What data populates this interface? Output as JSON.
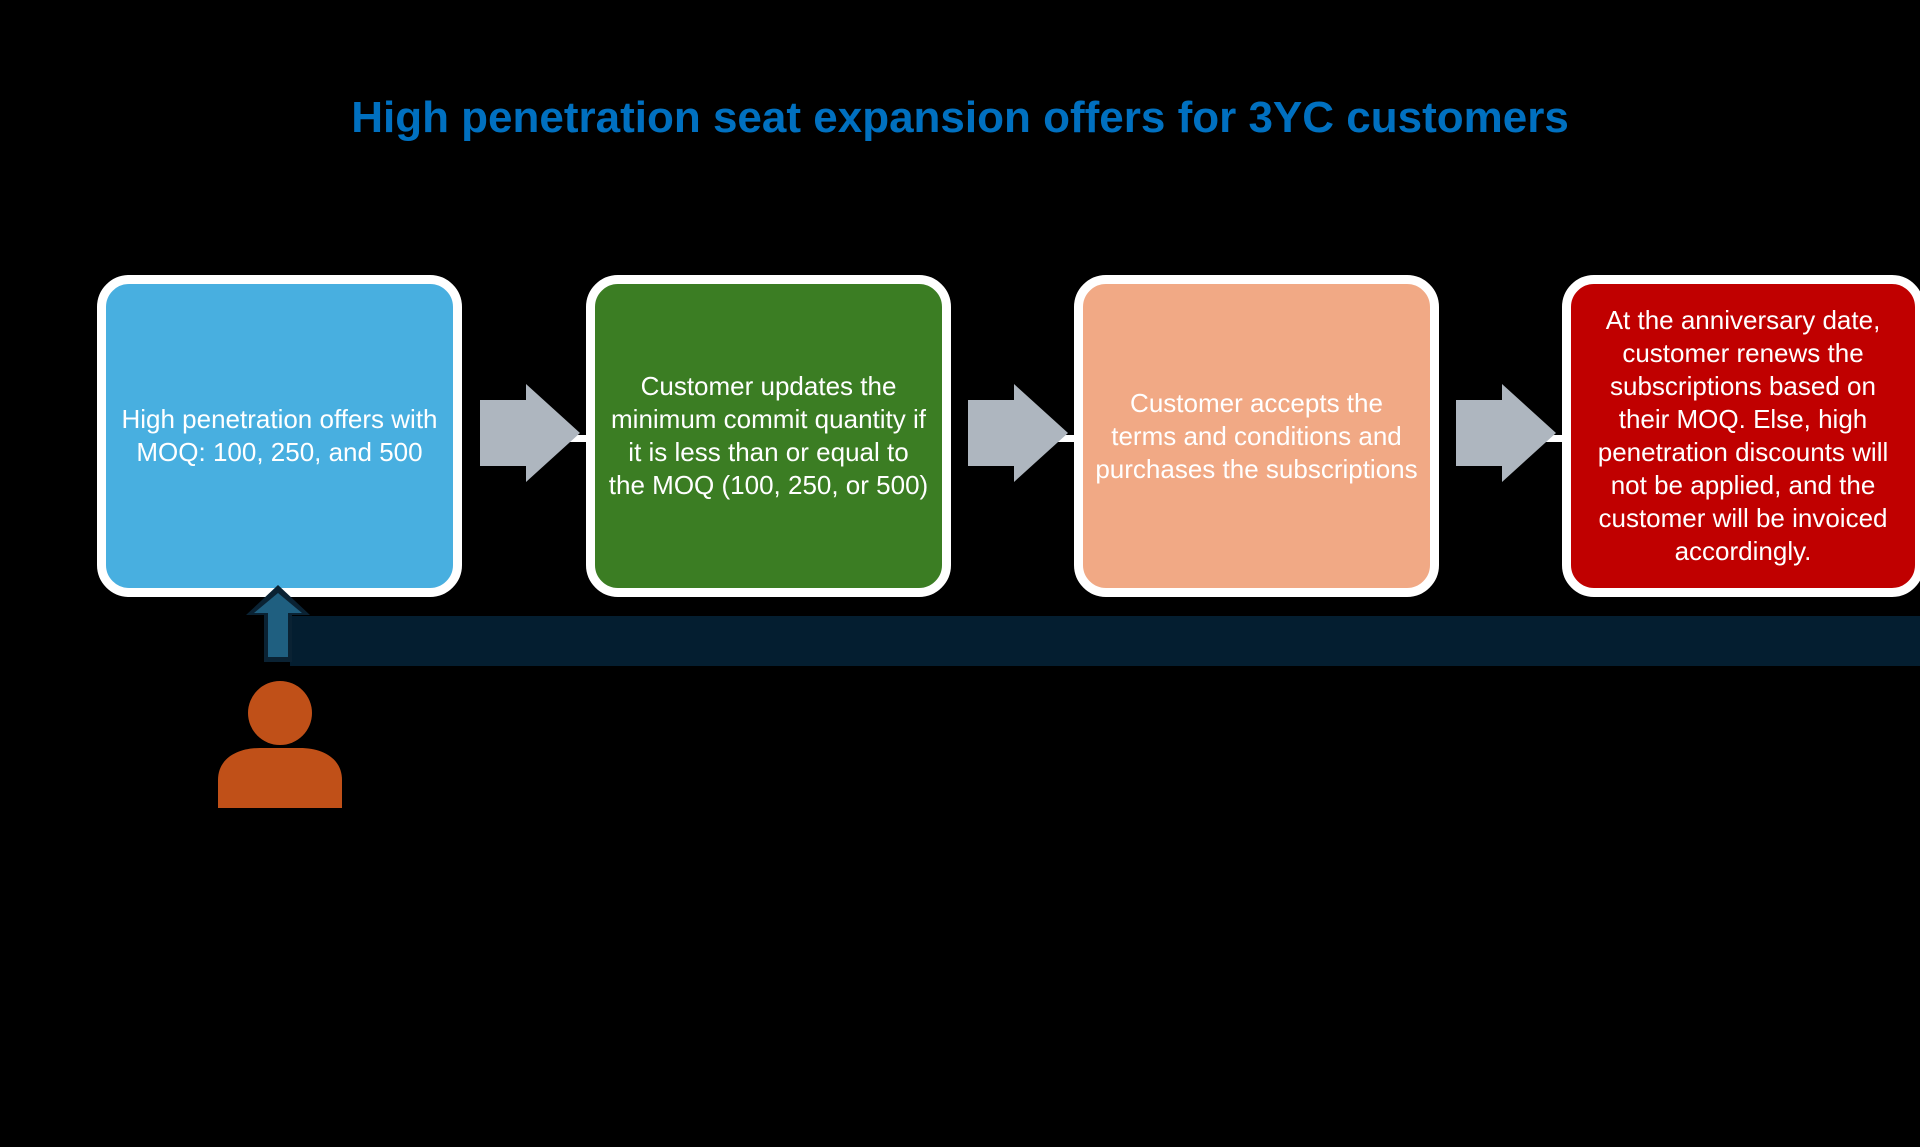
{
  "title": "High penetration seat expansion offers for 3YC customers",
  "colors": {
    "title": "#0070c0",
    "step_1": "#48afe0",
    "step_2": "#3b7d23",
    "step_3": "#f1a985",
    "step_4": "#c00000",
    "arrow": "#aeb6bf",
    "person": "#c05018",
    "up_arrow": "#1f5f80"
  },
  "steps": [
    {
      "text": "High penetration offers with MOQ: 100, 250, and 500"
    },
    {
      "text": "Customer updates the minimum commit quantity if it is less than or equal to the MOQ (100, 250, or 500)"
    },
    {
      "text": "Customer accepts the terms and conditions and purchases the subscriptions"
    },
    {
      "text": "At the anniversary date, customer renews the subscriptions based on their MOQ. Else, high penetration discounts will not be applied, and the customer will be invoiced accordingly."
    }
  ],
  "icons": {
    "flow_arrow": "right-arrow-icon",
    "feedback_arrow": "up-arrow-icon",
    "customer": "person-icon"
  }
}
